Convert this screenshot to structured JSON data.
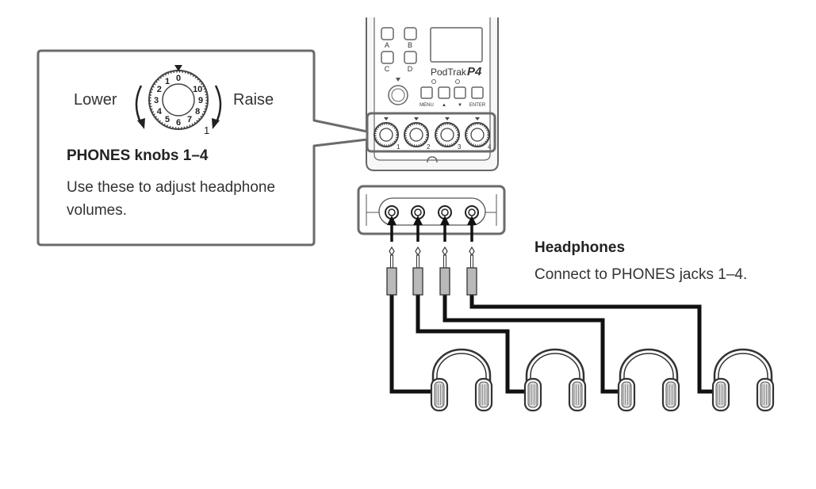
{
  "callout": {
    "title": "PHONES knobs 1–4",
    "description": "Use these to adjust headphone volumes.",
    "lower_label": "Lower",
    "raise_label": "Raise",
    "dial_scale": [
      "0",
      "1",
      "2",
      "3",
      "4",
      "5",
      "6",
      "7",
      "8",
      "9",
      "10"
    ],
    "dial_marker": "1"
  },
  "device": {
    "brand": "PodTrak",
    "model": "P4",
    "pad_labels": [
      "A",
      "B",
      "C",
      "D"
    ],
    "button_labels": [
      "MENU",
      "▲",
      "▼",
      "ENTER"
    ],
    "knob_numbers": [
      "1",
      "2",
      "3",
      "4"
    ]
  },
  "headphones": {
    "title": "Headphones",
    "description": "Connect to PHONES jacks 1–4.",
    "count": 4
  },
  "colors": {
    "outline": "#6b6b6b",
    "cable": "#111111",
    "plug": "#b9b9b9"
  }
}
